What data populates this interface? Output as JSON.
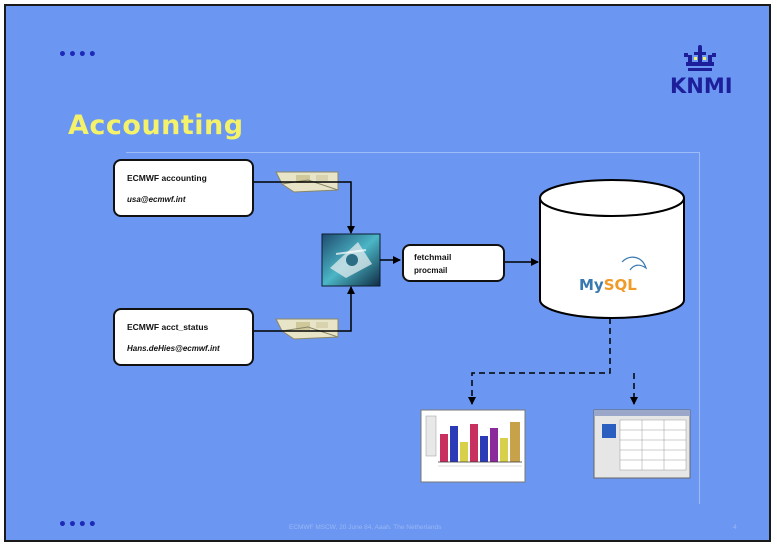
{
  "slide": {
    "title": "Accounting",
    "dots_top": "••••",
    "dots_bottom": "••••",
    "logo_text": "KNMI",
    "footer_text": "ECMWF MSCW, 20 June 84, Aaah. The Netherlands",
    "page_number": "4"
  },
  "diagram": {
    "box_accounting": {
      "line1": "ECMWF accounting",
      "line2": "usa@ecmwf.int"
    },
    "box_status": {
      "line1": "ECMWF acct_status",
      "line2": "Hans.deHies@ecmwf.int"
    },
    "box_fetch": {
      "line1": "fetchmail",
      "line2": "procmail"
    },
    "database": {
      "label_main": "My",
      "label_highlight": "SQL"
    }
  },
  "colors": {
    "background": "#6b97f2",
    "title": "#f3f26a",
    "dots": "#1d2ab8",
    "logo": "#1d1f9a"
  }
}
